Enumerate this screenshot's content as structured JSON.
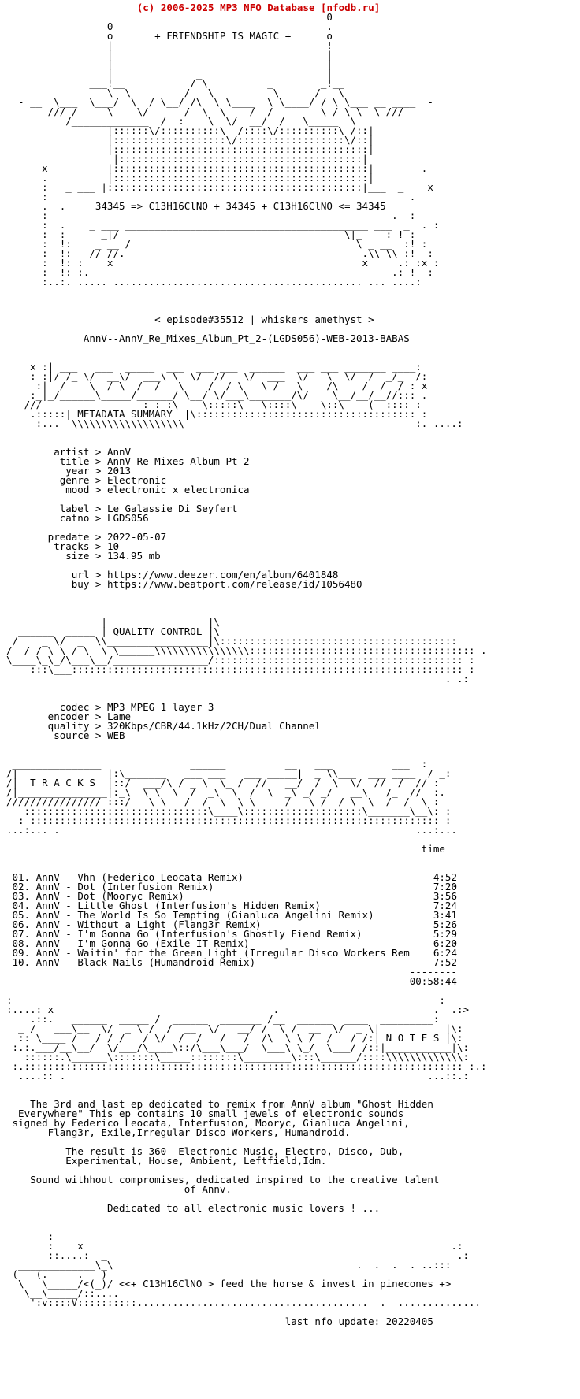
{
  "header": "(c) 2006-2025 MP3 NFO Database [nfodb.ru]",
  "logo_art": "                                                      0\n                 0                                    .\n                 o       + FRIENDSHIP IS MAGIC +      o\n                 |                                    !\n                 |                                    |\n                 |                                    |\n                 |              _                     |\n              ___!__           / \\          _        _!__\n        _____    \\__\\    _    /   \\  _______ \\      / _ \\\n  - __  \\___  \\___/  \\  / \\__/ /\\  \\ \\____  \\ \\____/ / \\ \\___ __ ____  -\n       /// /_____\\    \\/   ___/  \\  \\ ___/  /  ___   \\_/ \\ \\__\\ ///\n          /_____________  /  :    \\  \\/  __/  /   \\_____  \\\n                 |::::::\\/::::::::::\\  /::::\\/::::::::::\\ /::|\n                 |:::::::::::::::::::\\/::::::::::::::::::\\/::|\n                 |:::::::::::::::::::::::::::::::::::::::::::|\n                  |:::::::::::::::::::::::::::::::::::::::::|\n      x          |:::::::::::::::::::::::::::::::::::::::::::|        .\n      .          |:::::::::::::::::::::::::::::::::::::::::::|\n      :   _ ___ |:::::::::::::::::::::::::::::::::::::::::::|___  _    x\n      :                                                             .\n      .  .     34345 => C13H16ClNO + 34345 + C13H16ClNO <= 34345\n      :                                                          .  :\n      :  .    _ ___ _________________________________________ ___  _  . :\n      :  :      _|/                                      \\|_    : ! :\n      :  !:    _ __ /                                      \\ _ __  :! :\n      :  !:   // //.                                        .\\\\ \\\\ :!  :\n      :  !: :    x                                          x     .: :x :\n      :  !: :.                                                   .: !  :\n      :..:. ..... .......................................... ... ....:",
  "episode": "< episode#35512 | whiskers amethyst >",
  "release": "AnnV--AnnV_Re_Mixes_Album_Pt_2-(LGDS056)-WEB-2013-BABAS",
  "meta_art": "    x :| ___   ___  _____  ___  ___ ___  ______  ___ ___ _______ ____:\n    : :|/ /_ \\/  __\\/  ___\\ \\  \\/  //   \\/  ___  \\/   \\  \\/  /  _/_  /:\n    _:|  /    \\  /_\\  /  /___\\    /  / \\   \\_/   \\  __/\\    /  /  / : x\n    :_|_/______\\_____/______/ \\__/ \\/___\\_______/\\/    \\__/__/__//::: .\n   ///_________________:_:_:\\____\\:::::\\___\\::::\\____\\::\\____(_ :::: :\n    .:::::| METADATA SUMMARY  |\\::::::::::::::::::::::::::::::::::::: :\n     :...  \\\\\\\\\\\\\\\\\\\\\\\\\\\\\\\\\\\\\\                                       :. ....:",
  "metadata": {
    "artist": "AnnV",
    "title": "AnnV Re Mixes Album Pt 2",
    "year": "2013",
    "genre": "Electronic",
    "mood": "electronic x electronica",
    "label": "Le Galassie Di Seyfert",
    "catno": "LGDS056",
    "predate": "2022-05-07",
    "tracks": "10",
    "size": "134.95 mb",
    "url": "https://www.deezer.com/en/album/6401848",
    "buy": "https://www.beatport.com/release/id/1056480"
  },
  "quality_art": "                 _________________\n                |                 |\\\n  ______  _____ | QUALITY CONTROL |\\\n /    _ \\/  _  \\\\_________________|\\::::::::::::::::::::::::::::::::::::::::\n/  / / \\ \\ / \\  \\ \\______\\\\\\\\\\\\\\\\\\\\\\\\\\\\\\\\:::::::::::::::::::::::::::::::::::::: .\n\\____\\_\\_/\\___\\__/________________/:::::::::::::::::::::::::::::::::::::::::: :\n    :::\\___:::::::::::::::::::::::::::::::::::::::::::::::::::::::::::::::::: :\n                                                                          . .:",
  "quality": {
    "codec": "MP3 MPEG 1 layer 3",
    "encoder": "Lame",
    "quality": "320Kbps/CBR/44.1kHz/2CH/Dual Channel",
    "source": "WEB"
  },
  "tracks_art": " _______________               ______          __   ___          ___  :\n/|               |:\\_______   ___ ___   ___ _____|  _ \\\\___  ___ ____  / _:\n/|  T R A C K S  |::/  ___/\\ / _ \\  \\_ /  //   __/  /  \\  \\/  //  /  // :\n/|_______________|:_\\  \\ \\  \\  /  _\\  \\  /  \\  _\\ _/ _/   __\\   /_  //  :.\n//////////////// :::/___\\ \\___/__/  \\__\\_\\_____/___\\_/__/ \\__\\__/__/_ \\ :\n   :::::::::::::::::::::::::::::::\\____\\::::::::::::::::::::\\_______\\__\\: :\n  : ::::::::::::::::::::::::::::::::::::::::::::::::::::::::::::::::::::: :\n...:... .                                                            ...:...",
  "tracks_header": "time",
  "tracks": [
    {
      "no": "01.",
      "name": "AnnV - Vhn (Federico Leocata Remix)",
      "time": "4:52"
    },
    {
      "no": "02.",
      "name": "AnnV - Dot (Interfusion Remix)",
      "time": "7:20"
    },
    {
      "no": "03.",
      "name": "AnnV - Dot (Mooryc Remix)",
      "time": "3:56"
    },
    {
      "no": "04.",
      "name": "AnnV - Little Ghost (Interfusion's Hidden Remix)",
      "time": "7:24"
    },
    {
      "no": "05.",
      "name": "AnnV - The World Is So Tempting (Gianluca Angelini Remix)",
      "time": "3:41"
    },
    {
      "no": "06.",
      "name": "AnnV - Without a Light (Flang3r Remix)",
      "time": "5:26"
    },
    {
      "no": "07.",
      "name": "AnnV - I'm Gonna Go (Interfusion's Ghostly Fiend Remix)",
      "time": "5:29"
    },
    {
      "no": "08.",
      "name": "AnnV - I'm Gonna Go (Exile IT Remix)",
      "time": "6:20"
    },
    {
      "no": "09.",
      "name": "AnnV - Waitin' for the Green Light (Irregular Disco Workers Rem",
      "time": "6:24"
    },
    {
      "no": "10.",
      "name": "AnnV - Black Nails (Humandroid Remix)",
      "time": "7:52"
    }
  ],
  "total_time": "00:58:44",
  "notes_art": ":                                                                        :\n:....: x                  _                  .                          .  .:>\n    .::.   ______  _____ /  ______  _______ /__  ______  ____  _________:\n  _ /   ___\\__  \\/  _ \\ /  /  __  \\/   __/ /  \\ /  __  \\/  _ \\|           |\\:\n  :: \\____ /   / / /   / \\/  /  /   /   /  /\\  \\ \\ /  /   / /:| N O T E S |\\:\n :.:.___/__\\__/  \\/___/\\____\\::/\\___\\___/  \\___\\ \\_/  \\___/ /::|___________|\\:\n   ::::::.\\______\\:::::::\\_____::::::::\\________\\:::\\______/::::\\\\\\\\\\\\\\\\\\\\\\\\\\:\n :.:::::::::::::::::::::::::::::::::::::::::::::::::::::::::::::::::::::::::: :.:\n  ....:: .                                                             ...::.:",
  "notes": [
    "The 3rd and last ep dedicated to remix from AnnV album \"Ghost Hidden\n  Everywhere\" This ep contains 10 small jewels of electronic sounds\n signed by Federico Leocata, Interfusion, Mooryc, Gianluca Angelini,\n       Flang3r, Exile,Irregular Disco Workers, Humandroid.",
    "The result is 360  Electronic Music, Electro, Disco, Dub,\n          Experimental, House, Ambient, Leftfield,Idm.",
    "Sound withhout compromises, dedicated inspired to the creative talent\n                              of Annv.",
    "Dedicated to all electronic music lovers ! ..."
  ],
  "footer_art": "       :\n       :    x                                                              .:\n       ::....:  _                                                           .:\n  _____________\\_\\                                         .  .  .  . ..:::\n (   (.-----.   )\n  \\   \\_____/<(_)/ <<+ C13H16ClNO > feed the horse & invest in pinecones +>\n   \\__\\_____/::....\n    ':v::::V::::::::::.......................................  .  ..............",
  "last_update": "last nfo update: 20220405"
}
